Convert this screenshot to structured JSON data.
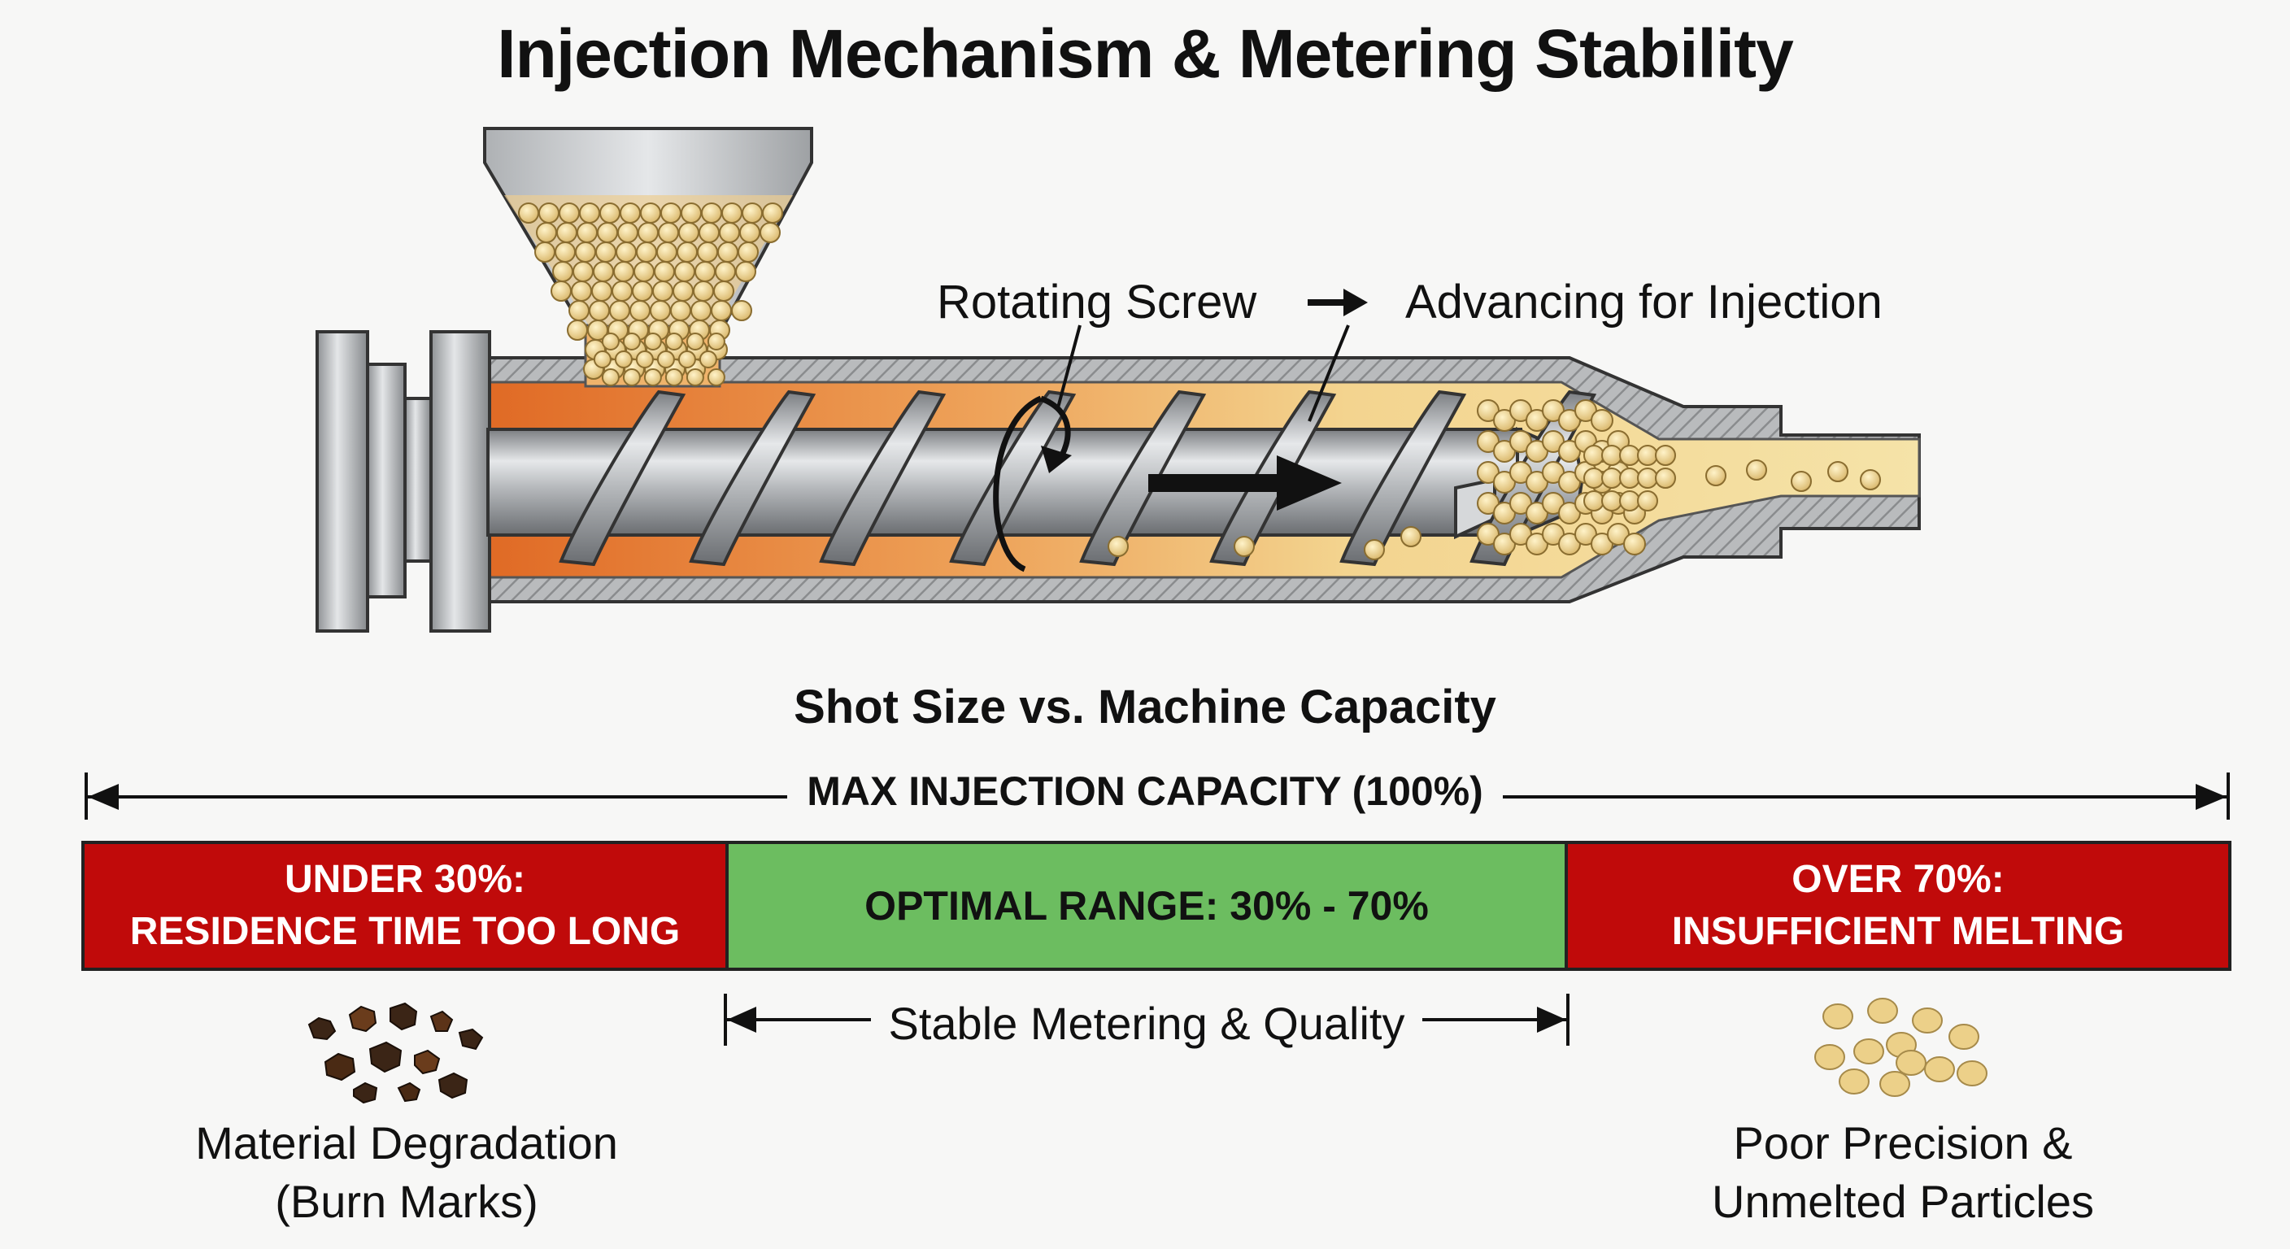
{
  "title": "Injection Mechanism & Metering Stability",
  "machine": {
    "label_rotating": "Rotating Screw",
    "label_advancing": "Advancing for Injection"
  },
  "capacity_chart": {
    "subtitle": "Shot Size vs. Machine Capacity",
    "max_label": "MAX INJECTION CAPACITY (100%)",
    "segments": [
      {
        "line1": "UNDER 30%:",
        "line2": "RESIDENCE TIME TOO LONG",
        "color": "#c00a0a",
        "from_pct": 0,
        "to_pct": 30
      },
      {
        "line1": "OPTIMAL RANGE: 30% - 70%",
        "color": "#6cbd60",
        "from_pct": 30,
        "to_pct": 70
      },
      {
        "line1": "OVER 70%:",
        "line2": "INSUFFICIENT MELTING",
        "color": "#c00a0a",
        "from_pct": 70,
        "to_pct": 100
      }
    ],
    "stable_label": "Stable Metering & Quality",
    "left_caption": {
      "line1": "Material Degradation",
      "line2": "(Burn Marks)"
    },
    "right_caption": {
      "line1": "Poor Precision &",
      "line2": "Unmelted Particles"
    }
  }
}
